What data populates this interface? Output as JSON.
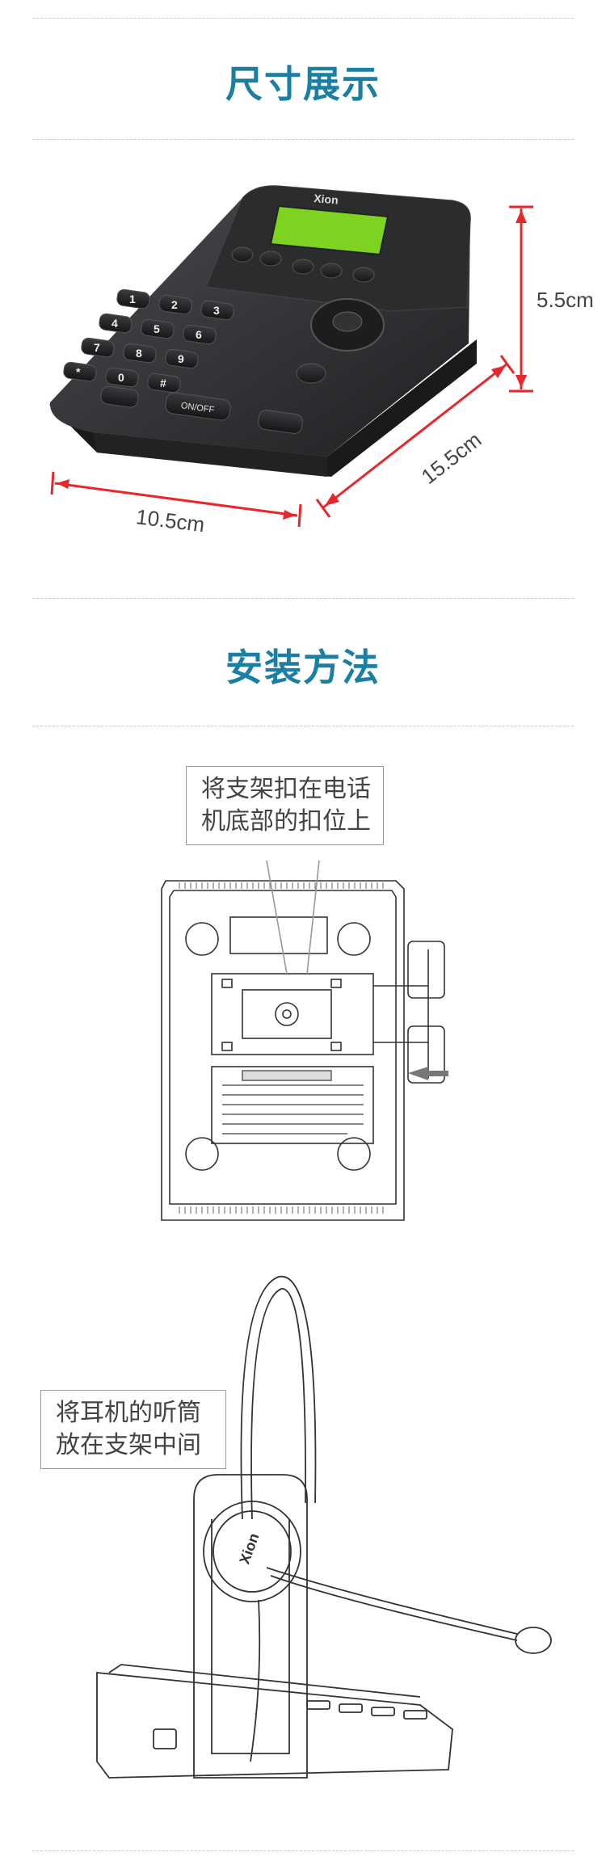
{
  "colors": {
    "title": "#1b7fa3",
    "dimension_line": "#e8262b",
    "divider": "#c9c9c9",
    "phone_body": "#2e2f31",
    "lcd": "#7ed321"
  },
  "sections": {
    "size": {
      "title": "尺寸展示"
    },
    "install": {
      "title": "安装方法"
    }
  },
  "dimensions": {
    "height": "5.5cm",
    "depth": "15.5cm",
    "width": "10.5cm"
  },
  "phone": {
    "brand": "Xion",
    "on_off_key": "ON/OFF",
    "keys": [
      "1",
      "2",
      "3",
      "4",
      "5",
      "6",
      "7",
      "8",
      "9",
      "*",
      "0",
      "#"
    ]
  },
  "install_steps": {
    "step1_line1": "将支架扣在电话",
    "step1_line2": "机底部的扣位上",
    "step2_line1": "将耳机的听筒",
    "step2_line2": "放在支架中间"
  },
  "headset": {
    "brand": "Xion"
  },
  "icons": [
    "arrow-left-icon",
    "phone-jack-icon"
  ]
}
